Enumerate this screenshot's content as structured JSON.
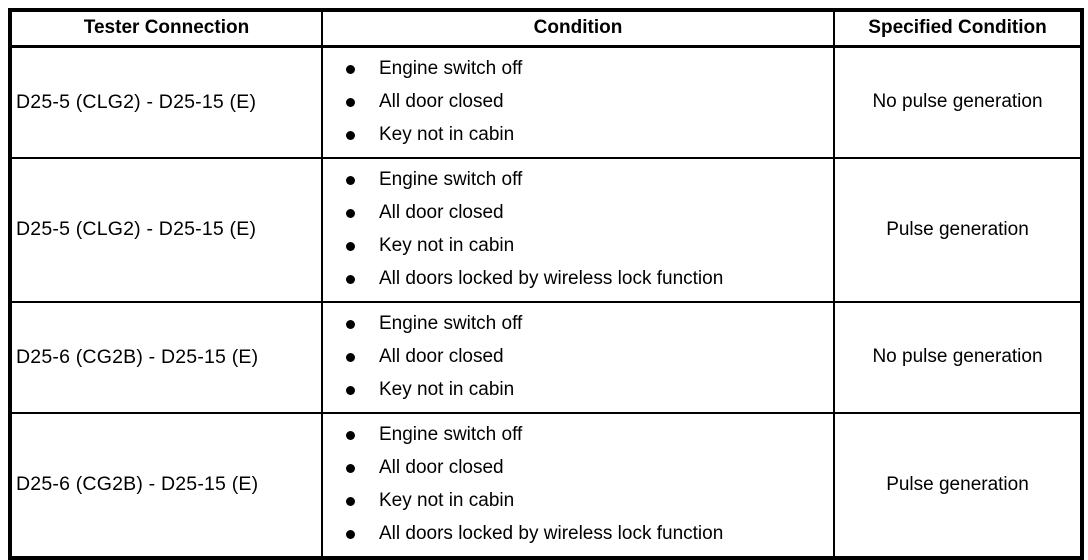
{
  "table": {
    "headers": {
      "tester_connection": "Tester Connection",
      "condition": "Condition",
      "specified_condition": "Specified Condition"
    },
    "rows": [
      {
        "tester_connection": "D25-5 (CLG2) - D25-15 (E)",
        "conditions": [
          "Engine switch off",
          "All door closed",
          "Key not in cabin"
        ],
        "specified_condition": "No pulse generation"
      },
      {
        "tester_connection": "D25-5 (CLG2) - D25-15 (E)",
        "conditions": [
          "Engine switch off",
          "All door closed",
          "Key not in cabin",
          "All doors locked by wireless lock function"
        ],
        "specified_condition": "Pulse generation"
      },
      {
        "tester_connection": "D25-6 (CG2B) - D25-15 (E)",
        "conditions": [
          "Engine switch off",
          "All door closed",
          "Key not in cabin"
        ],
        "specified_condition": "No pulse generation"
      },
      {
        "tester_connection": "D25-6 (CG2B) - D25-15 (E)",
        "conditions": [
          "Engine switch off",
          "All door closed",
          "Key not in cabin",
          "All doors locked by wireless lock function"
        ],
        "specified_condition": "Pulse generation"
      }
    ],
    "colors": {
      "border": "#000000",
      "background": "#ffffff",
      "text": "#000000"
    }
  }
}
